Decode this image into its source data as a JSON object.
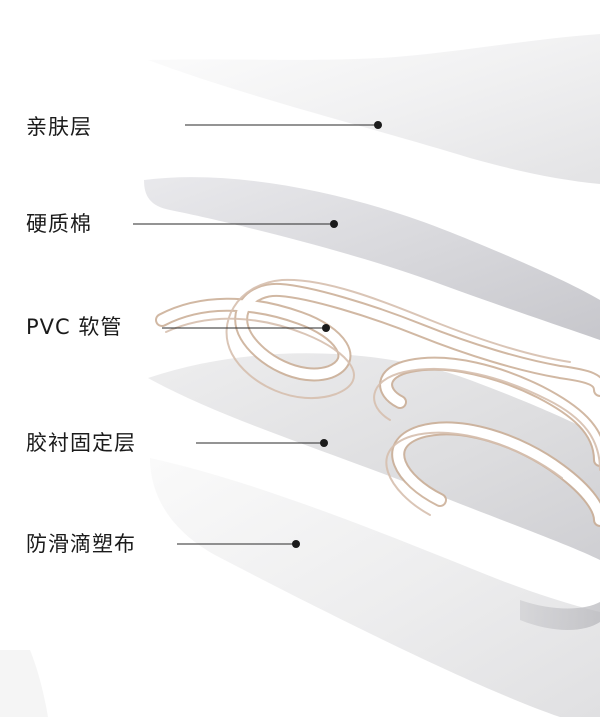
{
  "layers": [
    {
      "id": "skin",
      "label": "亲肤层"
    },
    {
      "id": "cotton",
      "label": "硬质棉"
    },
    {
      "id": "tube",
      "label": "PVC 软管"
    },
    {
      "id": "glue",
      "label": "胶衬固定层"
    },
    {
      "id": "antislip",
      "label": "防滑滴塑布"
    }
  ],
  "colors": {
    "text": "#1b1b1b",
    "leader_line": "#2a2a2a",
    "tube_outline": "#c9ab93"
  }
}
